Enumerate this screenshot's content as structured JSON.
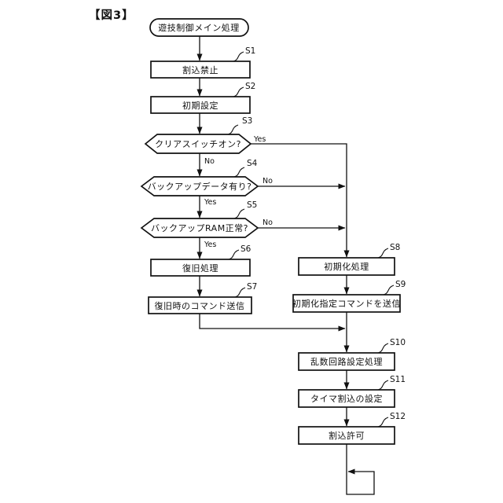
{
  "figure": {
    "title": "【図3】",
    "start_label": "遊技制御メイン処理",
    "steps": [
      {
        "id": "S1",
        "label": "割込禁止"
      },
      {
        "id": "S2",
        "label": "初期設定"
      },
      {
        "id": "S3",
        "label": "クリアスイッチオン?",
        "yes": "Yes",
        "no": "No"
      },
      {
        "id": "S4",
        "label": "バックアップデータ有り?",
        "yes": "Yes",
        "no": "No"
      },
      {
        "id": "S5",
        "label": "バックアップRAM正常?",
        "yes": "Yes",
        "no": "No"
      },
      {
        "id": "S6",
        "label": "復旧処理"
      },
      {
        "id": "S7",
        "label": "復旧時のコマンド送信"
      },
      {
        "id": "S8",
        "label": "初期化処理"
      },
      {
        "id": "S9",
        "label": "初期化指定コマンドを送信"
      },
      {
        "id": "S10",
        "label": "乱数回路設定処理"
      },
      {
        "id": "S11",
        "label": "タイマ割込の設定"
      },
      {
        "id": "S12",
        "label": "割込許可"
      }
    ],
    "colors": {
      "line": "#111111",
      "background": "#ffffff"
    }
  }
}
